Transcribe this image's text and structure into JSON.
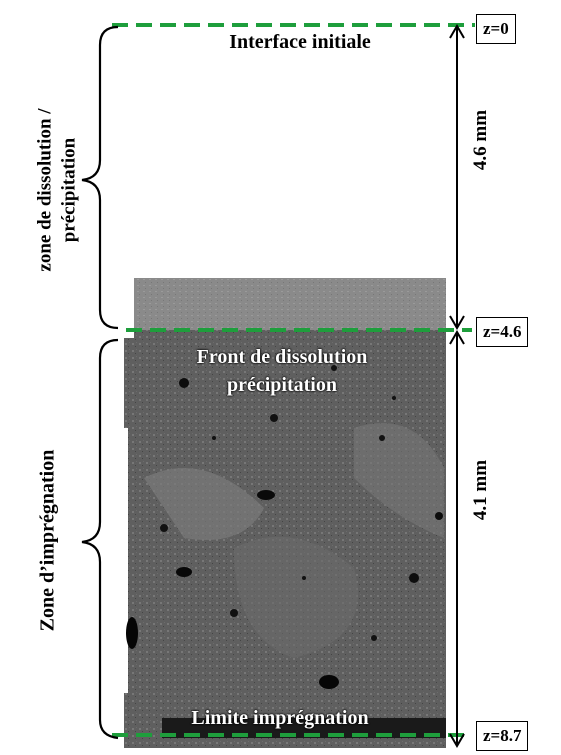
{
  "labels": {
    "interface": "Interface initiale",
    "front_line1": "Front de dissolution",
    "front_line2": "précipitation",
    "limit": "Limite imprégnation",
    "zone_dissolution_line1": "zone de dissolution /",
    "zone_dissolution_line2": "précipitation",
    "zone_impregnation": "Zone d’imprégnation",
    "dim_top": "4.6 mm",
    "dim_bottom": "4.1  mm",
    "z0": "z=0",
    "z46": "z=4.6",
    "z87": "z=8.7"
  },
  "colors": {
    "dashed_line": "#1e9e3c",
    "text": "#000000",
    "overlay_text": "#ffffff"
  }
}
